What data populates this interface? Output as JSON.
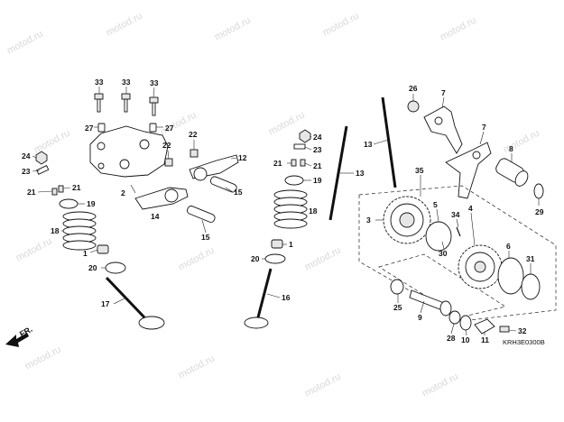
{
  "watermark": "motod.ru",
  "diagram_code": "KRH3E0300B",
  "direction_label": "FR.",
  "part_labels": {
    "p1": "1",
    "p2": "2",
    "p3": "3",
    "p4": "4",
    "p5": "5",
    "p6": "6",
    "p7a": "7",
    "p7b": "7",
    "p8": "8",
    "p9": "9",
    "p10": "10",
    "p11": "11",
    "p12": "12",
    "p13a": "13",
    "p13b": "13",
    "p14": "14",
    "p15a": "15",
    "p15b": "15",
    "p16": "16",
    "p17": "17",
    "p18a": "18",
    "p18b": "18",
    "p19a": "19",
    "p19b": "19",
    "p20a": "20",
    "p20b": "20",
    "p21a": "21",
    "p21b": "21",
    "p21c": "21",
    "p21d": "21",
    "p22a": "22",
    "p22b": "22",
    "p23a": "23",
    "p23b": "23",
    "p24a": "24",
    "p24b": "24",
    "p25": "25",
    "p26": "26",
    "p27a": "27",
    "p27b": "27",
    "p28": "28",
    "p29": "29",
    "p30": "30",
    "p31": "31",
    "p32": "32",
    "p33a": "33",
    "p33b": "33",
    "p33c": "33",
    "p34": "34",
    "p35": "35",
    "p1b": "1"
  }
}
